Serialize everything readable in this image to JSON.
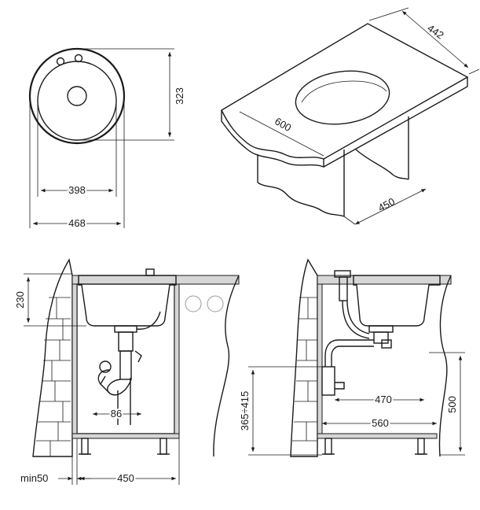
{
  "dimensions": {
    "top_view": {
      "height_323": "323",
      "bowl_398": "398",
      "outer_468": "468"
    },
    "perspective": {
      "length_600": "600",
      "width_442": "442",
      "cabinet_450": "450"
    },
    "front_section": {
      "depth_230": "230",
      "siphon_86": "86",
      "min_gap": "min50",
      "cabinet_450": "450"
    },
    "side_section": {
      "range_365_415": "365÷415",
      "offset_470": "470",
      "depth_560": "560",
      "height_500": "500"
    }
  }
}
